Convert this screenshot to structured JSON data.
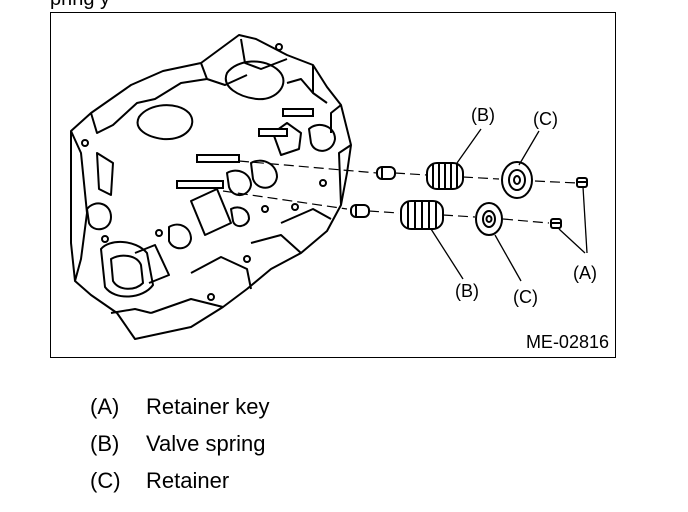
{
  "heading_partial": "pring            y",
  "figure": {
    "code": "ME-02816",
    "callouts": {
      "b_upper": "(B)",
      "c_upper": "(C)",
      "b_lower": "(B)",
      "c_lower": "(C)",
      "a": "(A)"
    }
  },
  "legend": [
    {
      "key": "(A)",
      "text": "Retainer key"
    },
    {
      "key": "(B)",
      "text": "Valve spring"
    },
    {
      "key": "(C)",
      "text": "Retainer"
    }
  ]
}
